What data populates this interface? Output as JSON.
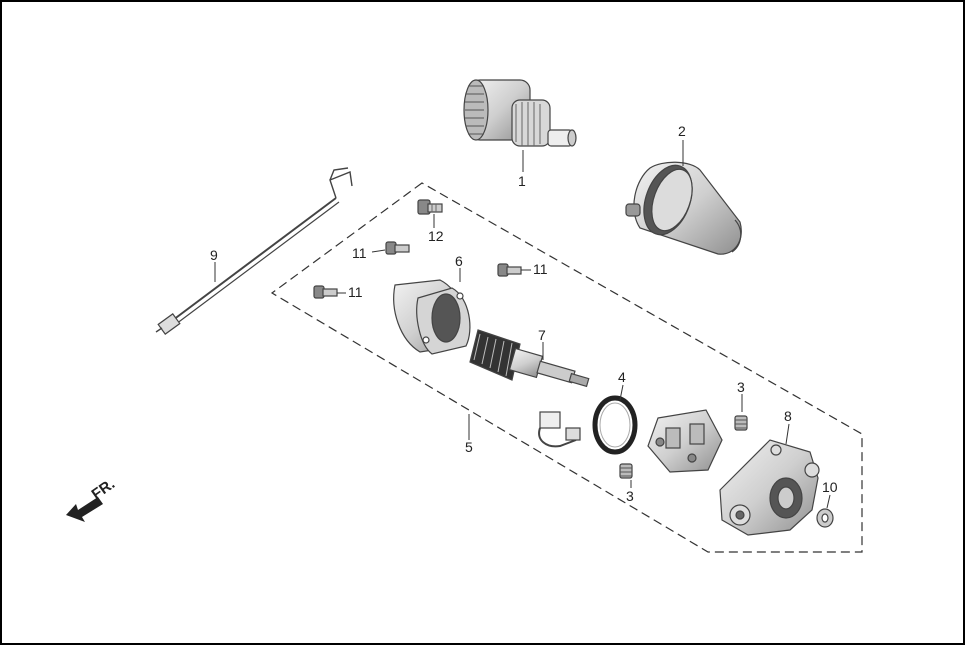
{
  "diagram": {
    "direction_label": "FR.",
    "callouts": {
      "p1": "1",
      "p2": "2",
      "p3a": "3",
      "p3b": "3",
      "p4": "4",
      "p5": "5",
      "p6": "6",
      "p7": "7",
      "p8": "8",
      "p9": "9",
      "p10": "10",
      "p11a": "11",
      "p11b": "11",
      "p11c": "11",
      "p12": "12"
    },
    "colors": {
      "line": "#333333",
      "part_fill": "#e6e6e6",
      "part_dark": "#8a8a8a",
      "border": "#000000"
    }
  }
}
